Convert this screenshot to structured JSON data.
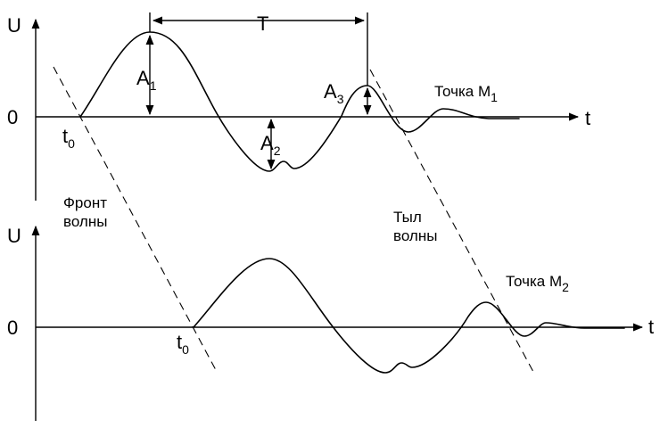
{
  "top_plot": {
    "axis_y_label": "U",
    "axis_x_label": "t",
    "zero_label": "0",
    "t0_label": {
      "base": "t",
      "sub": "0"
    },
    "a1_label": {
      "base": "A",
      "sub": "1"
    },
    "a2_label": {
      "base": "A",
      "sub": "2"
    },
    "a3_label": {
      "base": "A",
      "sub": "3"
    },
    "period_label": "T",
    "point_label": {
      "base": "Точка M",
      "sub": "1"
    }
  },
  "bottom_plot": {
    "axis_y_label": "U",
    "axis_x_label": "t",
    "zero_label": "0",
    "t0_label": {
      "base": "t",
      "sub": "0"
    },
    "point_label": {
      "base": "Точка M",
      "sub": "2"
    }
  },
  "front_label": {
    "line1": "Фронт",
    "line2": "волны"
  },
  "rear_label": {
    "line1": "Тыл",
    "line2": "волны"
  }
}
